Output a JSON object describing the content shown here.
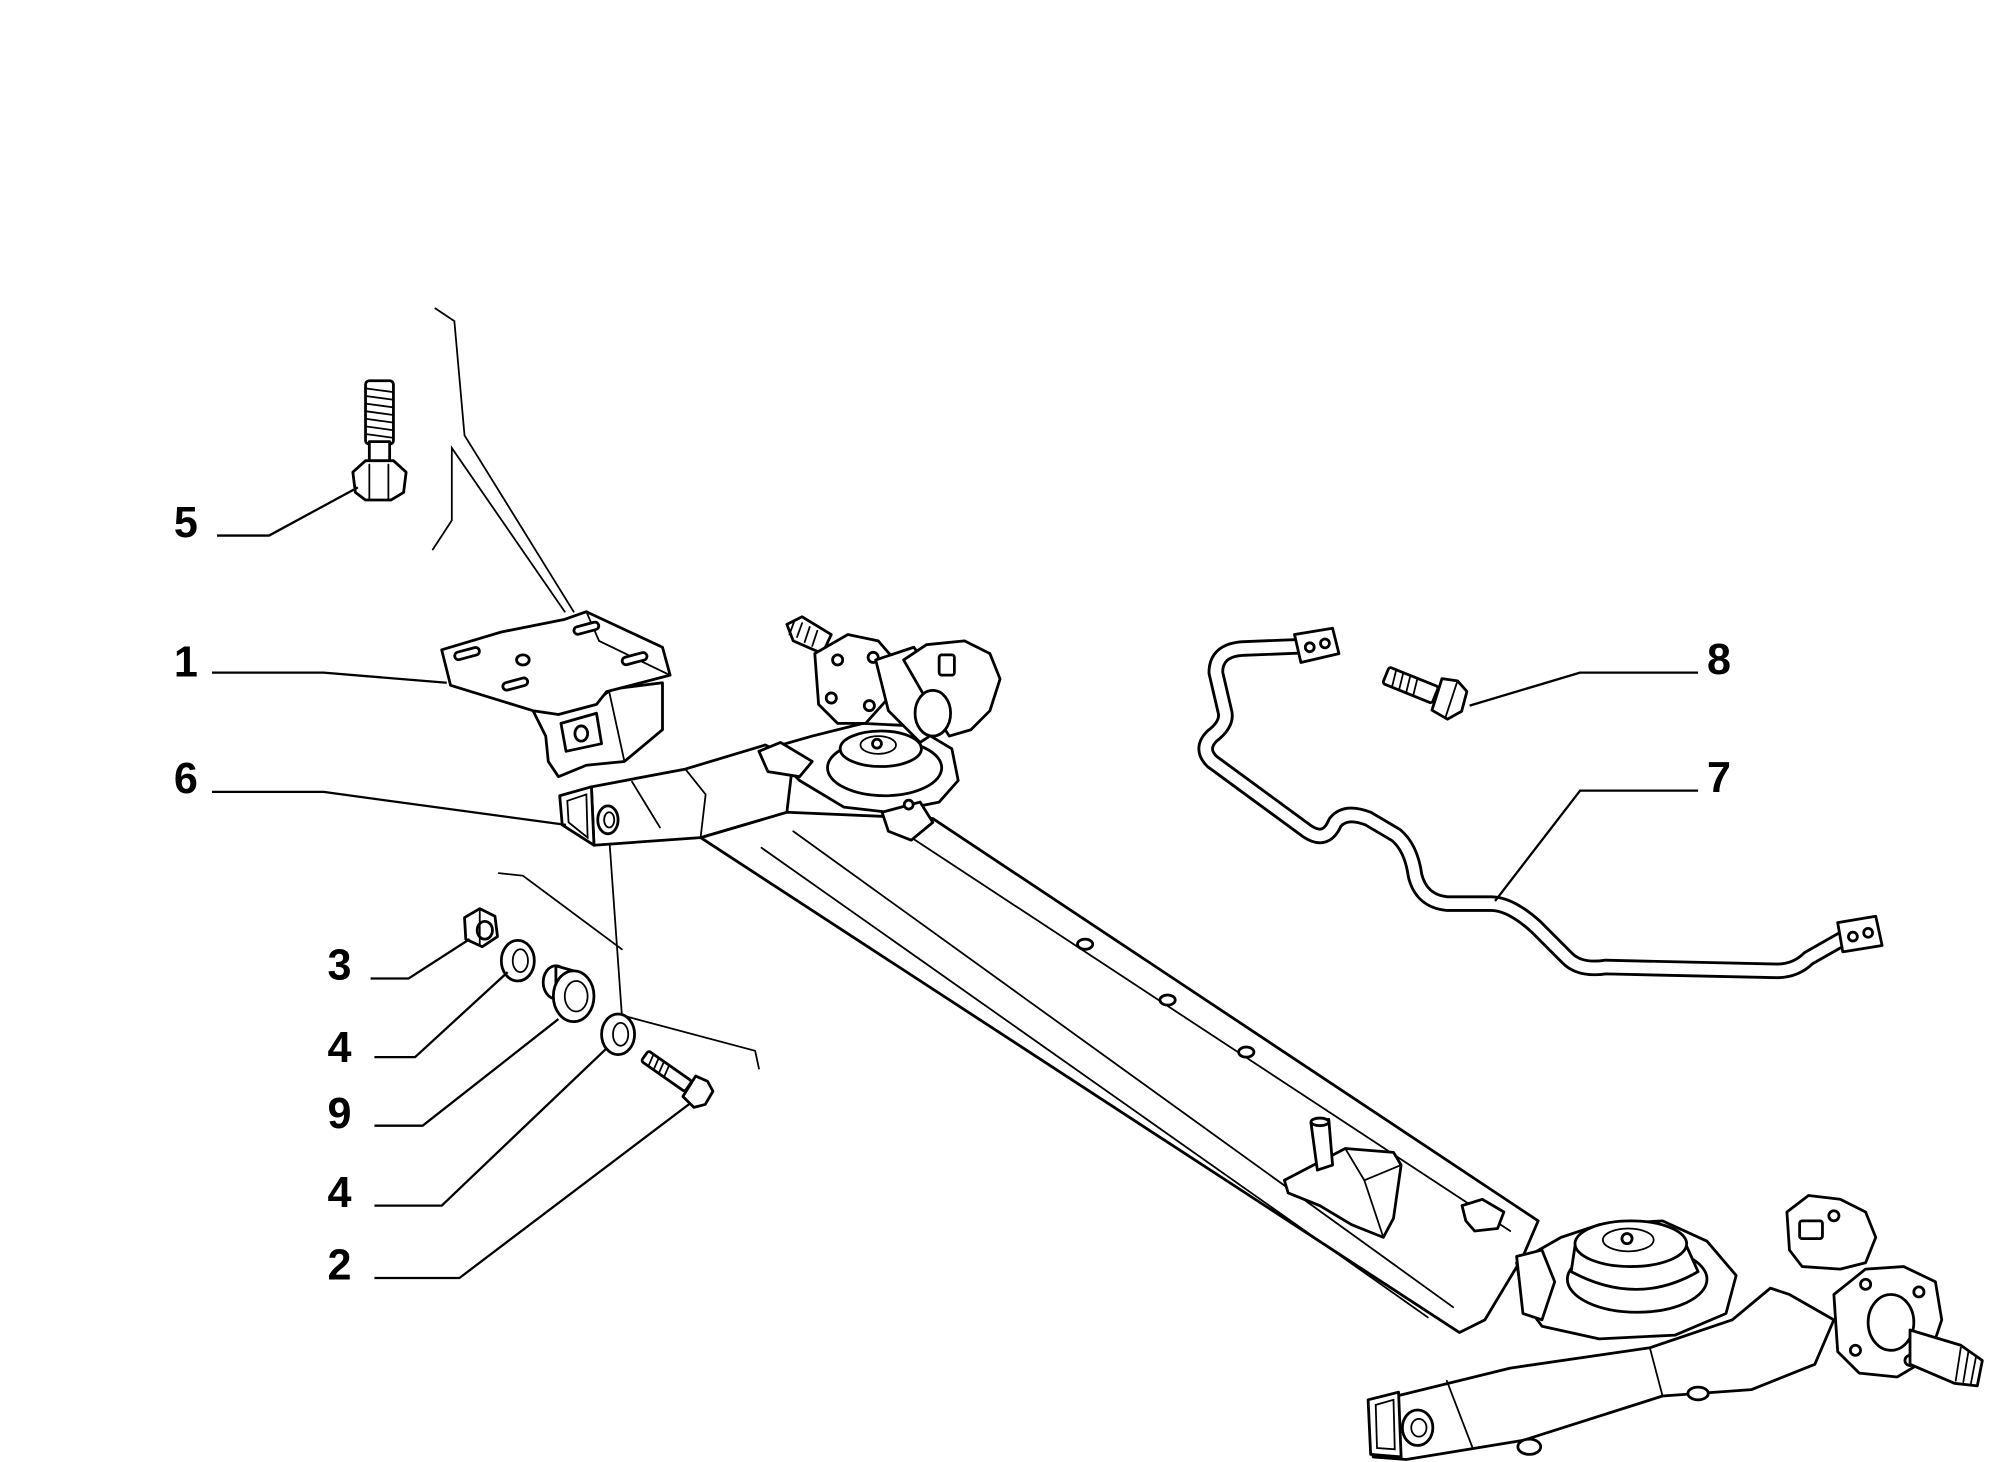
{
  "diagram": {
    "callouts": [
      {
        "label": "5"
      },
      {
        "label": "1"
      },
      {
        "label": "6"
      },
      {
        "label": "3"
      },
      {
        "label": "4"
      },
      {
        "label": "9"
      },
      {
        "label": "4"
      },
      {
        "label": "2"
      },
      {
        "label": "8"
      },
      {
        "label": "7"
      }
    ]
  }
}
